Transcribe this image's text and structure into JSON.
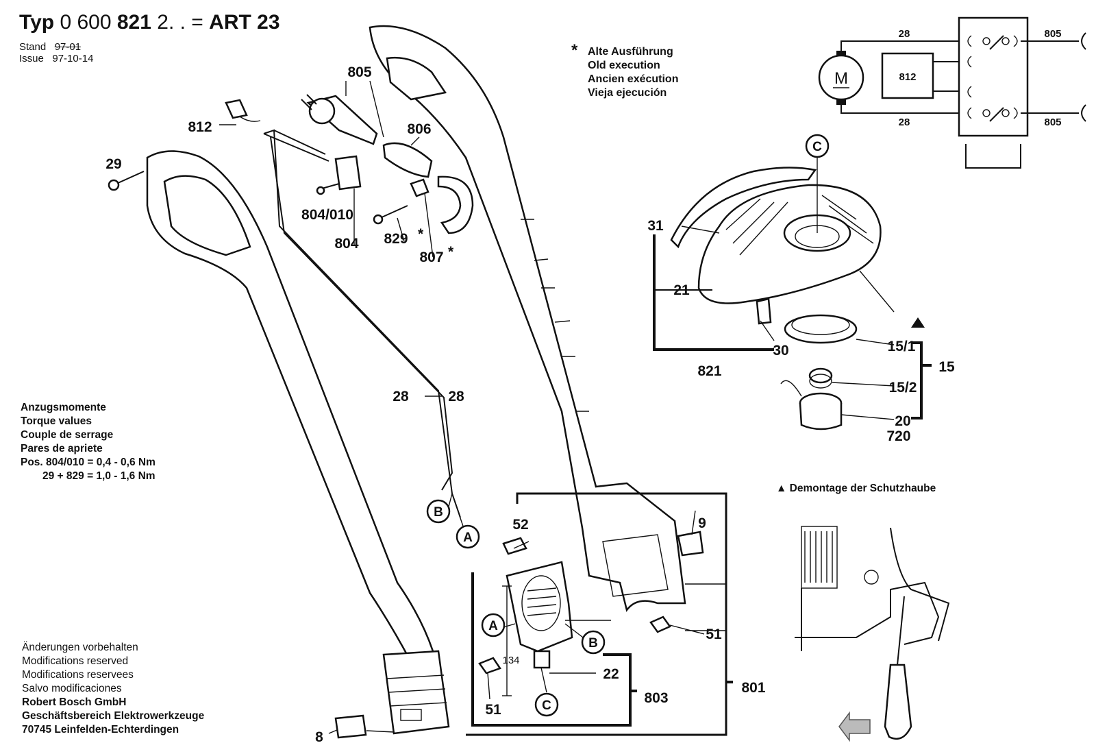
{
  "header": {
    "typ_prefix": "Typ",
    "typ_number_a": "0 600",
    "typ_number_b": "821",
    "typ_number_c": "2. . =",
    "model": "ART 23",
    "stand_label": "Stand",
    "issue_label": "Issue",
    "stand_date_struck": "97-01",
    "issue_date": "97-10-14"
  },
  "legend_old": {
    "star": "*",
    "lines": [
      "Alte Ausführung",
      "Old execution",
      "Ancien exécution",
      "Vieja ejecución"
    ]
  },
  "torque": {
    "lines": [
      "Anzugsmomente",
      "Torque values",
      "Couple de serrage",
      "Pares de apriete"
    ],
    "spec1": "Pos. 804/010 = 0,4 - 0,6 Nm",
    "spec2": "29 + 829 = 1,0 - 1,6 Nm"
  },
  "footer": {
    "lines": [
      "Änderungen vorbehalten",
      "Modifications reserved",
      "Modifications reservees",
      "Salvo modificaciones"
    ],
    "company": [
      "Robert Bosch GmbH",
      "Geschäftsbereich Elektrowerkzeuge",
      "70745 Leinfelden-Echterdingen"
    ]
  },
  "demontage": {
    "marker": "▲",
    "text": "Demontage der Schutzhaube"
  },
  "wiring": {
    "wire_top": "28",
    "wire_bottom": "28",
    "plug_top": "805",
    "plug_bottom": "805",
    "switch": "812",
    "motor": "M"
  },
  "parts": {
    "p805": "805",
    "p806": "806",
    "p812": "812",
    "p29": "29",
    "p804_010": "804/010",
    "p804": "804",
    "p829": "829",
    "p807": "807",
    "star": "*",
    "p28a": "28",
    "p28b": "28",
    "p31": "31",
    "p21": "21",
    "p30": "30",
    "p821": "821",
    "p15_1": "15/1",
    "p15": "15",
    "p15_2": "15/2",
    "p20": "20",
    "p720": "720",
    "p52": "52",
    "p9": "9",
    "p51a": "51",
    "p51b": "51",
    "p22": "22",
    "p803": "803",
    "p801": "801",
    "p8": "8",
    "dim134": "134",
    "callout_A": "A",
    "callout_B": "B",
    "callout_C": "C"
  }
}
